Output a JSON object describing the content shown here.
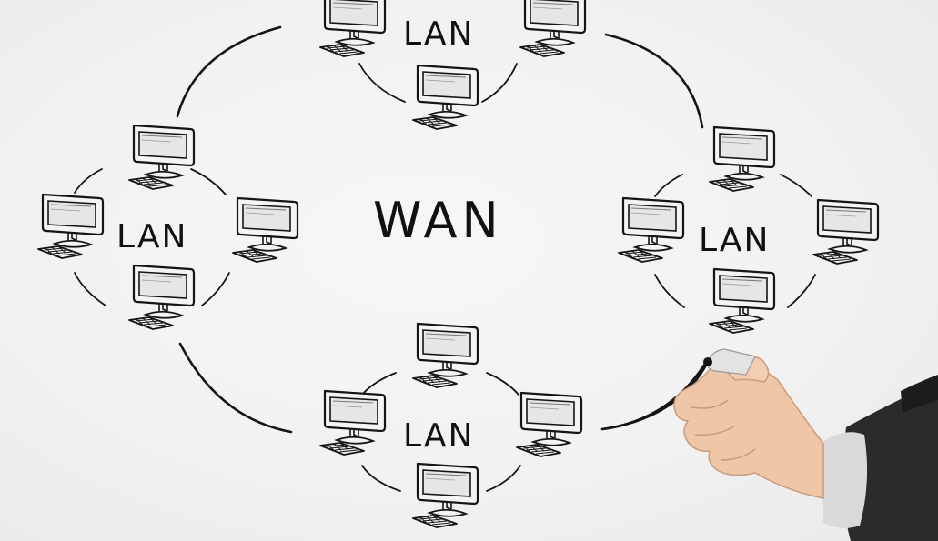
{
  "diagram": {
    "center_label": "WAN",
    "lan_label": "LAN",
    "colors": {
      "background": "#f2f2f2",
      "ink": "#151515",
      "screen_fill": "#e8e8e8",
      "skin": "#efc7a6",
      "sleeve": "#2b2b2b",
      "marker": "#dcdcdc"
    },
    "icons": [
      "computer-icon",
      "hand-with-marker"
    ]
  }
}
